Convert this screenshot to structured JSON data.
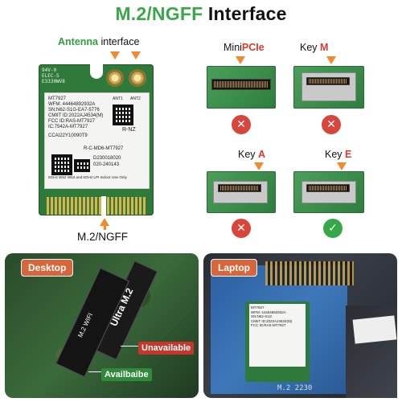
{
  "header": {
    "title_part1": "M.2/NGFF",
    "title_part2": " Interface"
  },
  "card": {
    "antenna_label_bold": "Antenna",
    "antenna_label_rest": " interface",
    "interface_label": "M.2/NGFF",
    "top_text": [
      "94V-0",
      "ELEC-5",
      "E3330WV8"
    ],
    "ant_labels": [
      "ANT1",
      "ANT2"
    ],
    "label_lines": [
      "MT7927",
      "WFM: 44464892932A",
      "SN:N62-S1G-EA7-5776",
      "CMIIT ID:2022AJ4534(M)",
      "FCC ID:RAS-MT7927",
      "IC:7542A-MT7927",
      "CCAI22Y10090T9",
      "R-C-MD6-MT7927",
      "D230018020",
      "020-240143",
      "5GHz W52 W53 and 6GHz LPI Indoor Use Only"
    ],
    "rnz": "R-NZ"
  },
  "slots": [
    {
      "prefix": "Mini",
      "emph": "PCIe",
      "status": "unavailable",
      "mark": "✕"
    },
    {
      "prefix": "Key ",
      "emph": "M",
      "status": "unavailable",
      "mark": "✕"
    },
    {
      "prefix": "Key ",
      "emph": "A",
      "status": "unavailable",
      "mark": "✕"
    },
    {
      "prefix": "Key ",
      "emph": "E",
      "status": "available",
      "mark": "✓"
    }
  ],
  "photos": {
    "desktop_tag": "Desktop",
    "laptop_tag": "Laptop",
    "desktop_strip_text": "Ultra M.2",
    "desktop_strip_text2": "M.2 WIFI",
    "unavailable": "Unavailable",
    "available": "Availbaibe",
    "laptop_card_lines": [
      "MT7927",
      "WFM: 44464892932A",
      "SN:N62-S1G",
      "CMIIT ID:2022AJ4534(M)",
      "FCC ID:RAS-MT7927"
    ],
    "laptop_bottom_text": "M.2 2230"
  },
  "colors": {
    "title_green": "#3aa84a",
    "arrow_orange": "#f08a2a",
    "key_red": "#d93a2c",
    "bad": "#d9453a",
    "good": "#36a84a",
    "tag_orange": "#d9663a"
  }
}
